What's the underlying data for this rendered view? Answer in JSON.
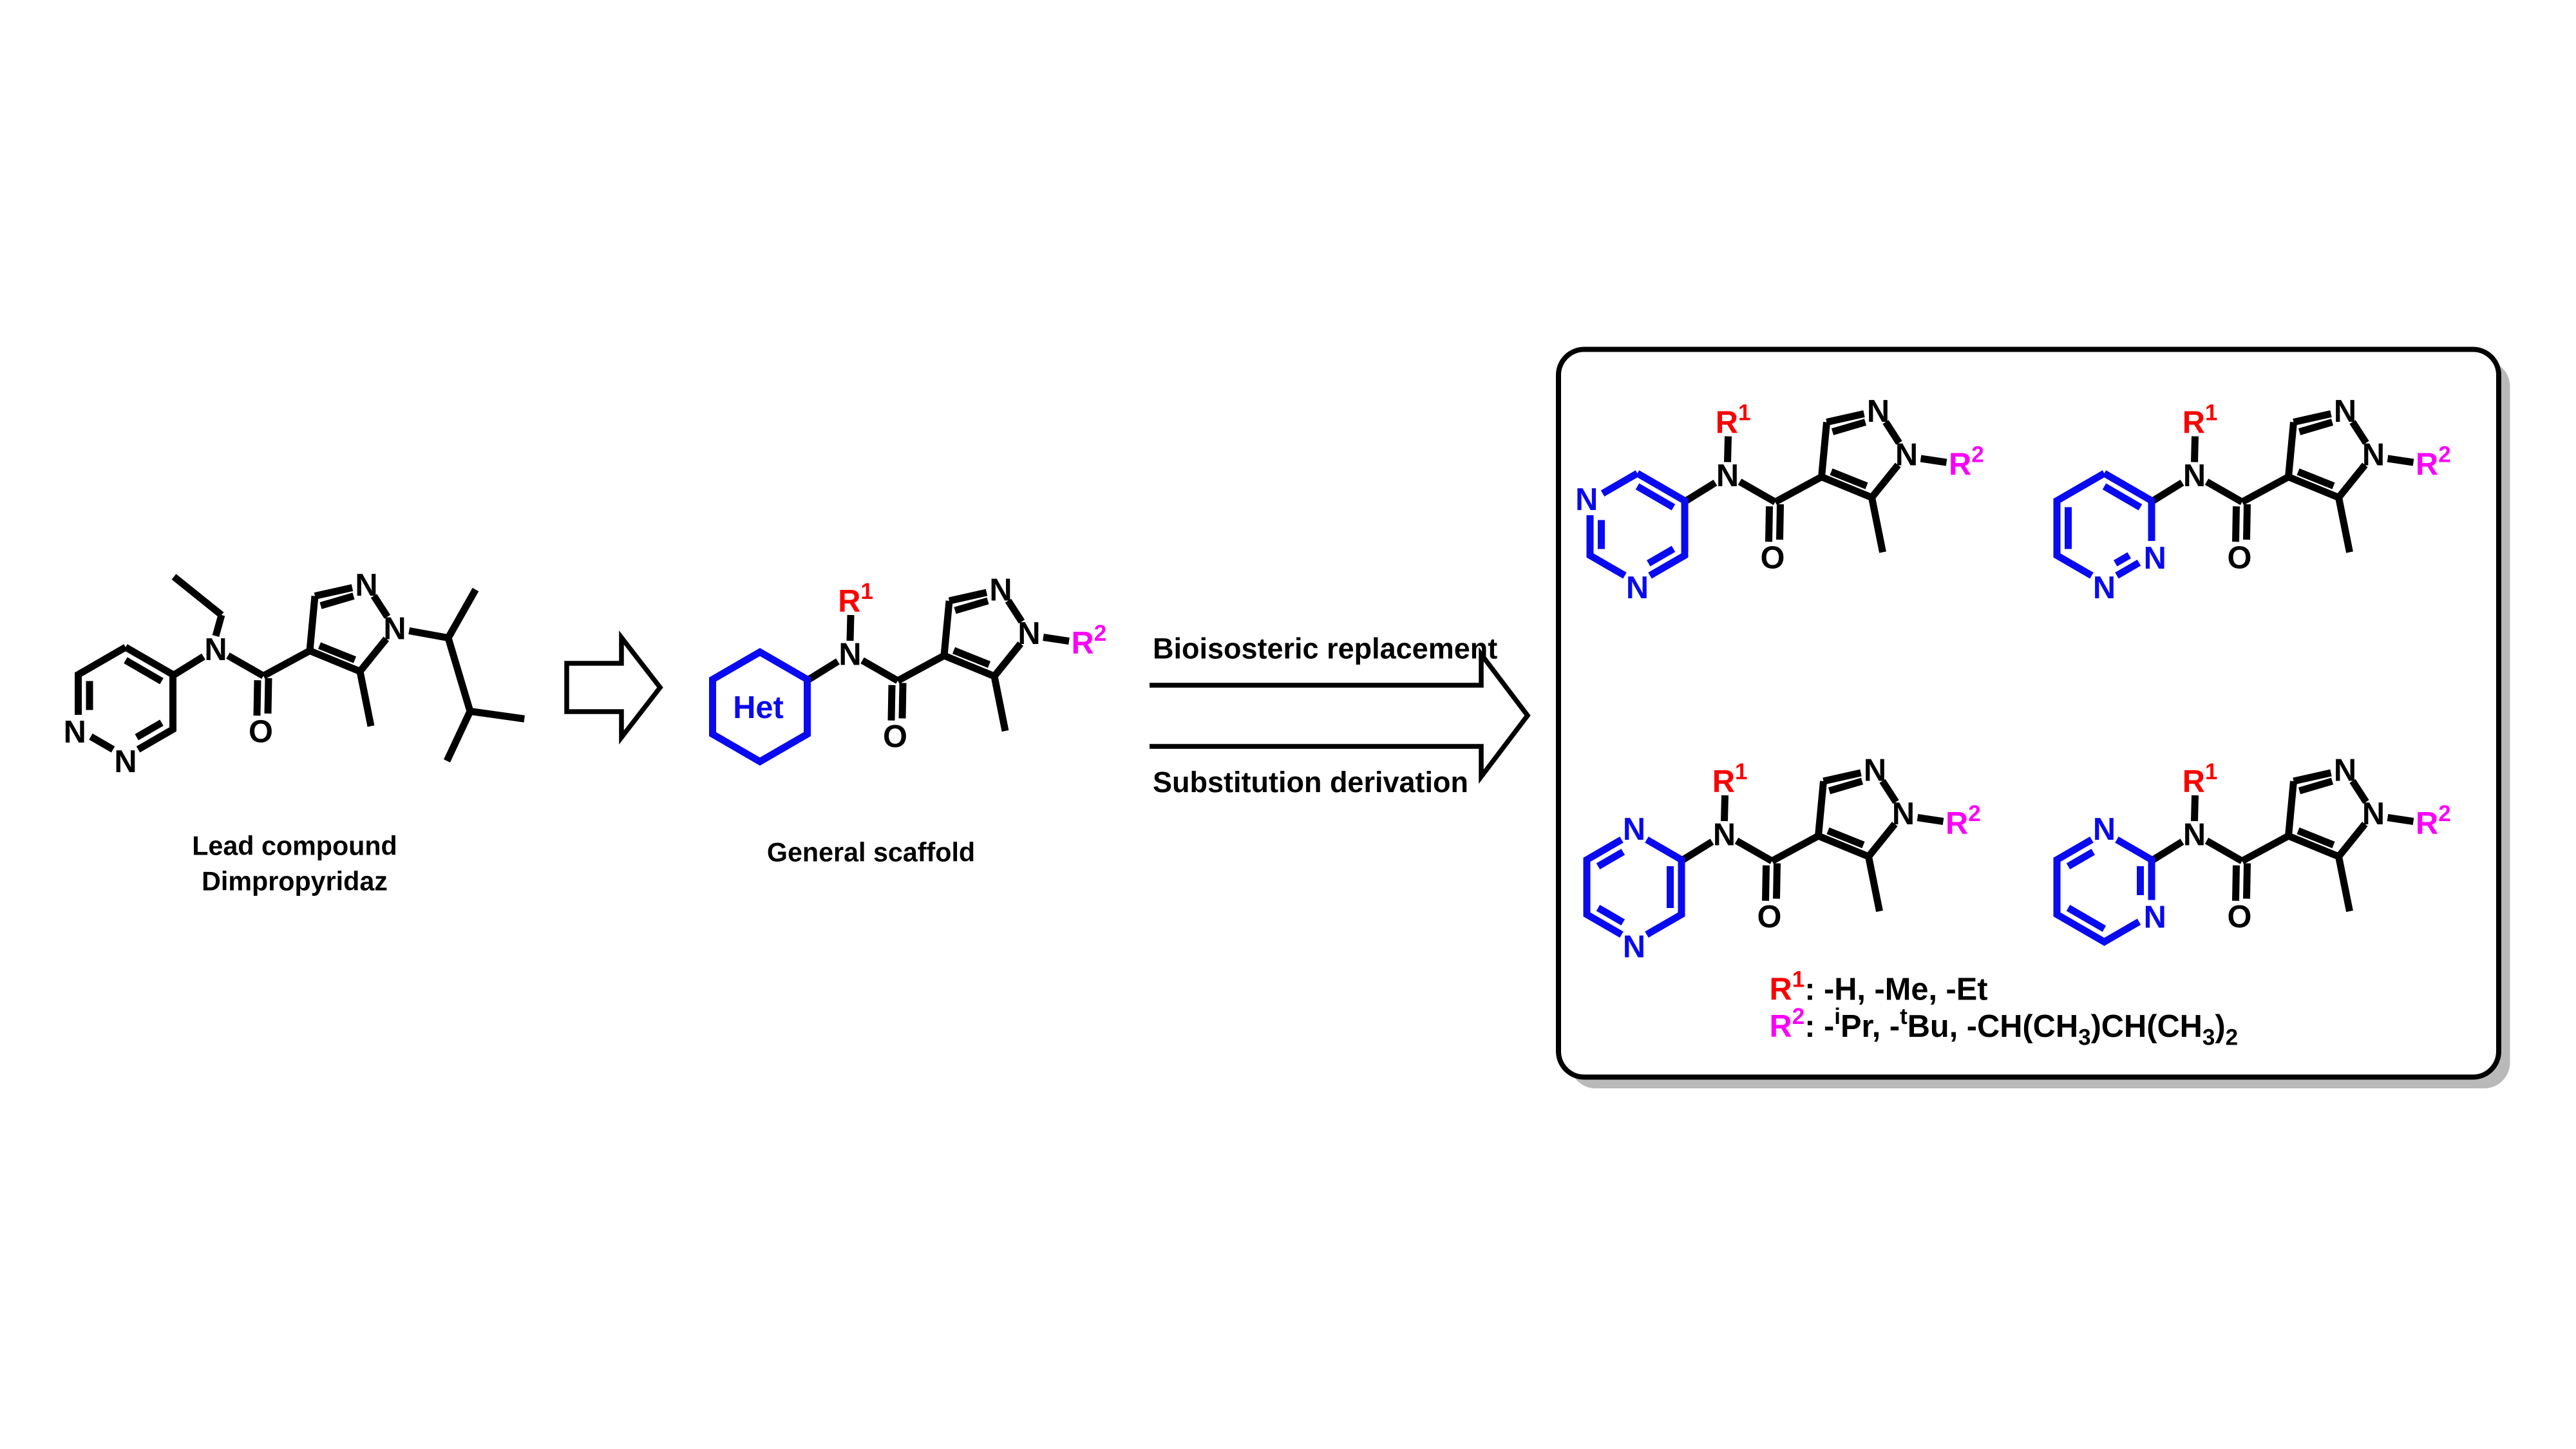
{
  "labels": {
    "N": "N",
    "O": "O",
    "het": "Het",
    "R": "R",
    "sup1": "1",
    "sup2": "2"
  },
  "lead": {
    "caption1": "Lead compound",
    "caption2": "Dimpropyridaz"
  },
  "scaffold": {
    "caption": "General scaffold"
  },
  "arrow": {
    "top": "Bioisosteric replacement",
    "bottom": "Substitution derivation"
  },
  "legend": {
    "r1": {
      "base": "R",
      "sup": "1",
      "values": ": -H, -Me, -Et"
    },
    "r2": {
      "base": "R",
      "sup": "2",
      "seg1": ": -",
      "sup_i": "i",
      "seg2": "Pr, -",
      "sup_t": "t",
      "seg3": "Bu, -CH(CH",
      "sub1": "3",
      "seg4": ")CH(CH",
      "sub2": "3",
      "seg5": ")",
      "sub3": "2"
    }
  },
  "colors": {
    "heteroaryl_blue": "#0a0af0",
    "r1_red": "#fa0000",
    "r2_magenta": "#fa00fa",
    "bond_black": "#000000",
    "box_shadow_gray": "#b9b9b9",
    "background": "#ffffff"
  }
}
